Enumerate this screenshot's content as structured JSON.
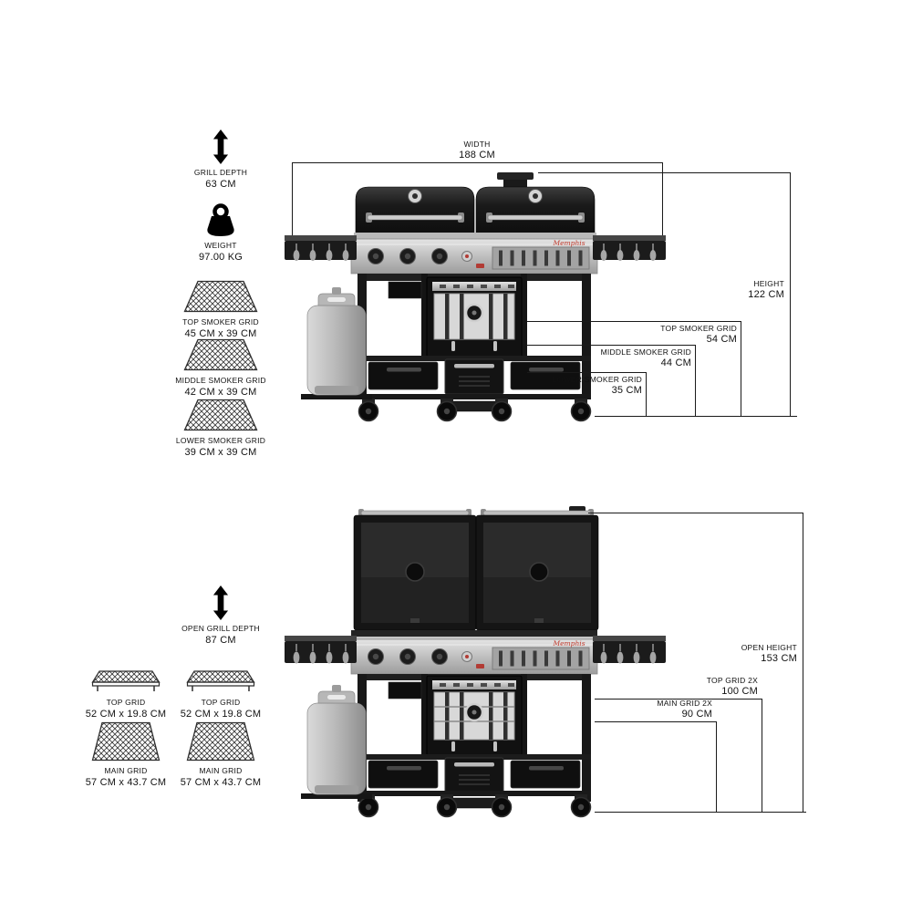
{
  "background_color": "#ffffff",
  "line_color": "#1a1a1a",
  "brand": {
    "logo_text": "Memphis",
    "color": "#c0392b"
  },
  "top_view": {
    "name": "closed-grill-front-view",
    "specs": [
      {
        "icon": "grill-depth-icon",
        "label": "GRILL DEPTH",
        "value": "63 CM"
      },
      {
        "icon": "weight-icon",
        "label": "WEIGHT",
        "value": "97.00 KG"
      },
      {
        "icon": "smoker-grid-icon",
        "label": "TOP SMOKER GRID",
        "value": "45 CM x 39 CM"
      },
      {
        "icon": "smoker-grid-icon",
        "label": "MIDDLE SMOKER GRID",
        "value": "42 CM x 39 CM"
      },
      {
        "icon": "smoker-grid-icon",
        "label": "LOWER SMOKER GRID",
        "value": "39 CM x 39 CM"
      }
    ],
    "dimensions": {
      "width": {
        "label": "WIDTH",
        "value": "188 CM"
      },
      "height": {
        "label": "HEIGHT",
        "value": "122 CM"
      },
      "top_smoker_grid": {
        "label": "TOP SMOKER GRID",
        "value": "54 CM"
      },
      "middle_smoker_grid": {
        "label": "MIDDLE SMOKER GRID",
        "value": "44 CM"
      },
      "lower_smoker_grid": {
        "label": "LOWER SMOKER GRID",
        "value": "35 CM"
      }
    }
  },
  "bottom_view": {
    "name": "open-grill-front-view",
    "specs": [
      {
        "icon": "grill-depth-icon",
        "label": "OPEN GRILL DEPTH",
        "value": "87 CM"
      },
      {
        "icon": "top-grid-icon",
        "label": "TOP GRID",
        "value": "52 CM x 19.8 CM"
      },
      {
        "icon": "top-grid-icon",
        "label": "TOP GRID",
        "value": "52 CM x 19.8 CM"
      },
      {
        "icon": "main-grid-icon",
        "label": "MAIN GRID",
        "value": "57 CM x 43.7 CM"
      },
      {
        "icon": "main-grid-icon",
        "label": "MAIN GRID",
        "value": "57 CM x 43.7 CM"
      }
    ],
    "dimensions": {
      "open_height": {
        "label": "OPEN HEIGHT",
        "value": "153 CM"
      },
      "top_grid_2x": {
        "label": "TOP GRID 2X",
        "value": "100 CM"
      },
      "main_grid_2x": {
        "label": "MAIN GRID 2X",
        "value": "90 CM"
      }
    }
  }
}
